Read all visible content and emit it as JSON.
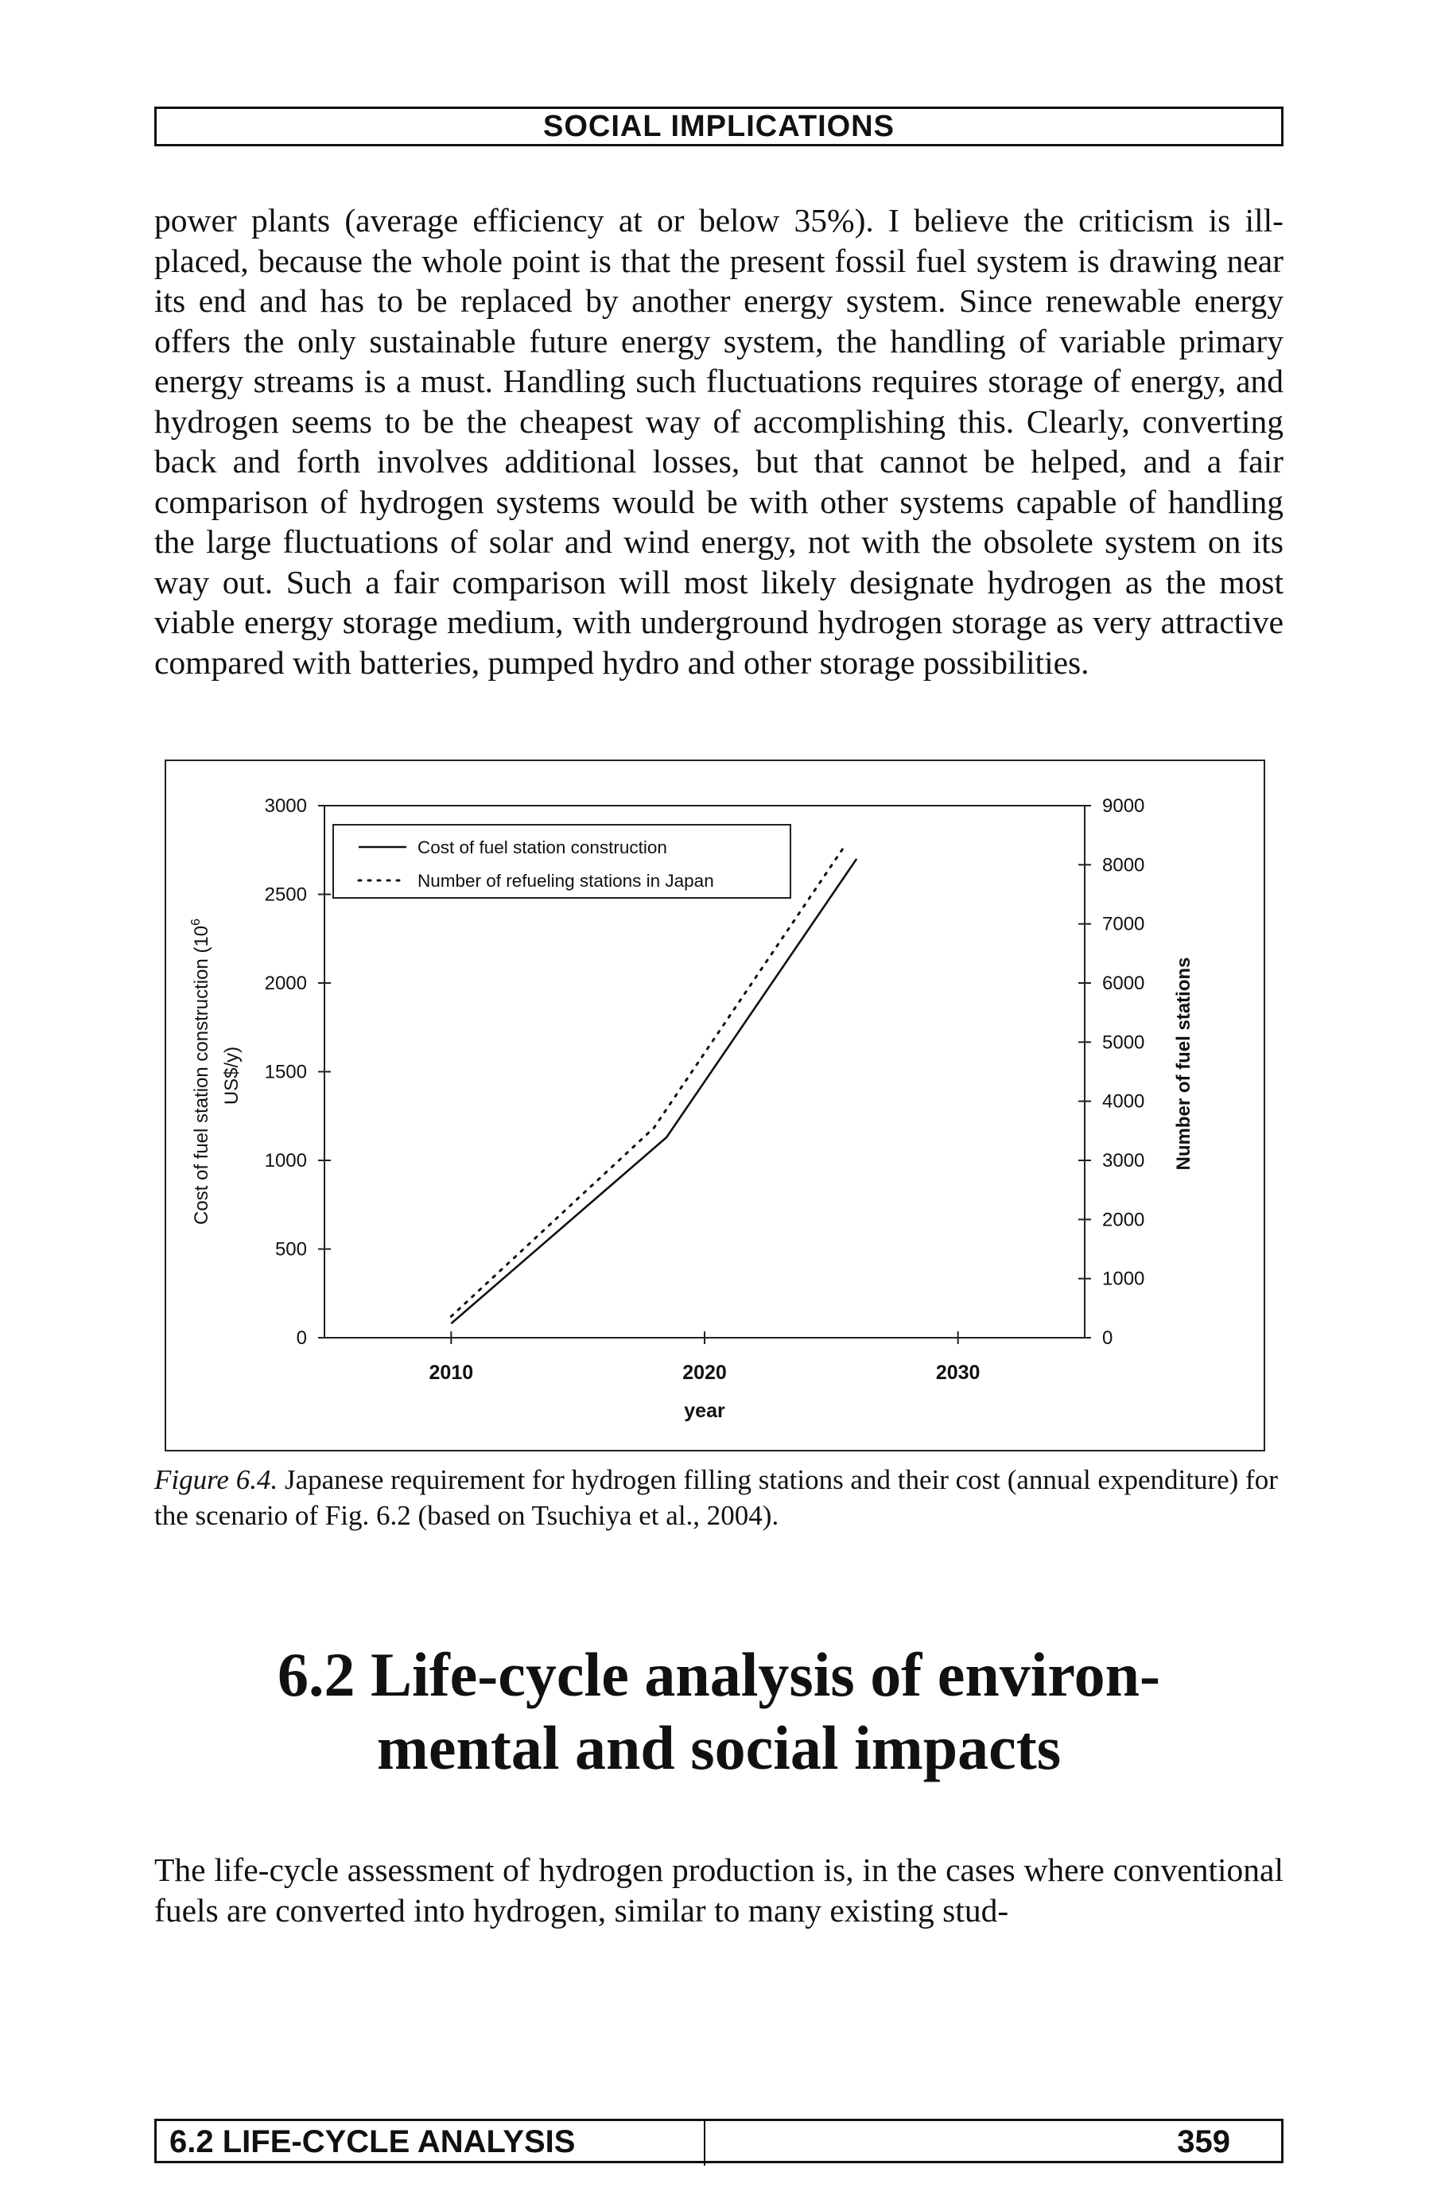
{
  "header": {
    "running_head": "SOCIAL IMPLICATIONS"
  },
  "paragraphs": {
    "p1": "power plants (average efficiency at or below 35%). I believe the criticism is ill-placed, because the whole point is that the present fossil fuel system is drawing near its end and has to be replaced by another energy system. Since renewable energy offers the only sustainable future energy system, the handling of variable primary energy streams is a must. Handling such fluctuations requires storage of energy, and hydrogen seems to be the cheapest way of accomplishing this. Clearly, converting back and forth involves additional losses, but that cannot be helped, and a fair comparison of hydrogen systems would be with other systems capable of handling the large fluctuations of solar and wind energy, not with the obsolete system on its way out. Such a fair comparison will most likely designate hydrogen as the most viable energy storage medium, with underground hydrogen storage as very attractive compared with batteries, pumped hydro and other storage possibilities.",
    "p2": "The life-cycle assessment of hydrogen production is, in the cases where conventional fuels are converted into hydrogen, similar to many existing stud-"
  },
  "figure": {
    "label": "Figure 6.4.",
    "caption": " Japanese requirement for hydrogen filling stations and their cost (annual expenditure) for the scenario of Fig. 6.2 (based on Tsuchiya et al., 2004)."
  },
  "section": {
    "heading_line1": "6.2 Life-cycle analysis of environ-",
    "heading_line2": "mental and social impacts"
  },
  "footer": {
    "section_title": "6.2 LIFE-CYCLE ANALYSIS",
    "page_number": "359"
  },
  "chart_data": {
    "type": "line",
    "title": "",
    "xlabel": "year",
    "ylabel_left_line1": "Cost of fuel station construction (10",
    "ylabel_left_sup": "6",
    "ylabel_left_line2": "US$/y)",
    "ylabel_right": "Number of fuel stations",
    "xlim": [
      2005,
      2035
    ],
    "xticks": [
      2010,
      2020,
      2030
    ],
    "xtick_labels": [
      "2010",
      "2020",
      "2030"
    ],
    "ylim_left": [
      0,
      3000
    ],
    "yticks_left": [
      0,
      500,
      1000,
      1500,
      2000,
      2500,
      3000
    ],
    "ytick_labels_left": [
      "0",
      "500",
      "1000",
      "1500",
      "2000",
      "2500",
      "3000"
    ],
    "ylim_right": [
      0,
      9000
    ],
    "yticks_right": [
      0,
      1000,
      2000,
      3000,
      4000,
      5000,
      6000,
      7000,
      8000,
      9000
    ],
    "ytick_labels_right": [
      "0",
      "1000",
      "2000",
      "3000",
      "4000",
      "5000",
      "6000",
      "7000",
      "8000",
      "9000"
    ],
    "grid": false,
    "legend_position": "top-left",
    "series": [
      {
        "name": "Cost of fuel station construction",
        "axis": "left",
        "style": "solid",
        "x": [
          2010,
          2018.5,
          2026
        ],
        "y": [
          80,
          1130,
          2700
        ]
      },
      {
        "name": "Number of refueling stations in Japan",
        "axis": "right",
        "style": "dotted",
        "x": [
          2010,
          2018,
          2025.5
        ],
        "y": [
          360,
          3550,
          8300
        ]
      }
    ]
  }
}
